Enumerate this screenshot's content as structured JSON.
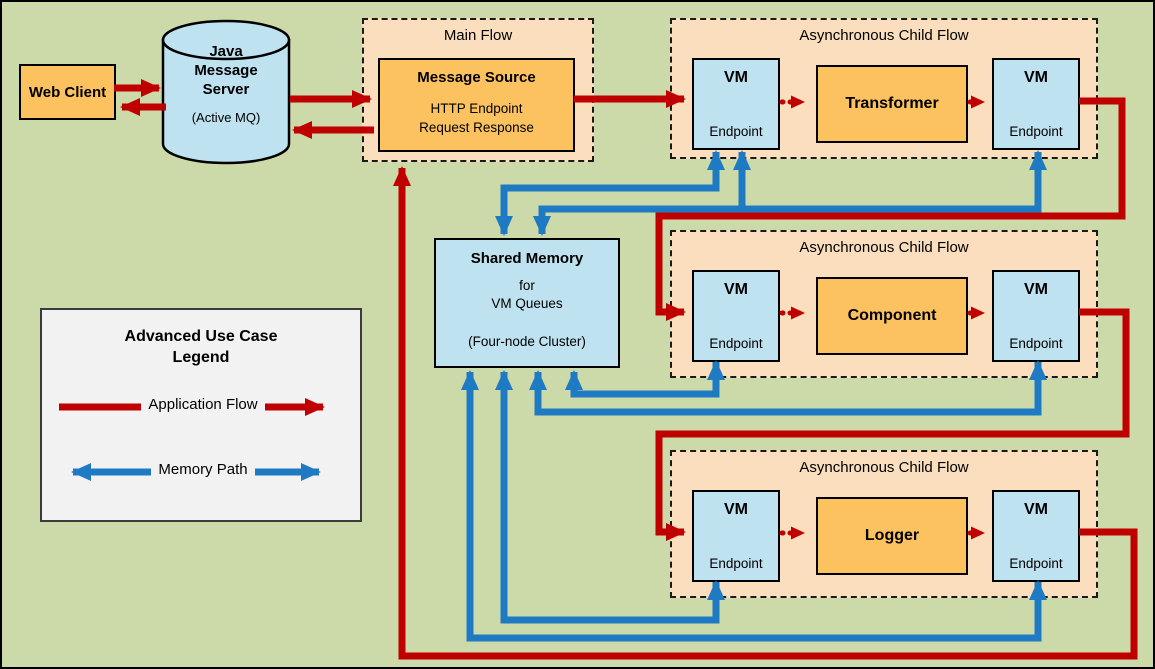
{
  "colors": {
    "background": "#CCD9A8",
    "border": "#000000",
    "app_flow": "#C00000",
    "memory_path": "#1F7AC4",
    "orange_box": "#FCC25F",
    "peach_container": "#FADEBD",
    "blue_box": "#BEE2F0",
    "legend_bg": "#F2F2F2"
  },
  "web_client": {
    "label": "Web Client"
  },
  "message_server": {
    "title": "Java Message Server",
    "subtitle": "(Active MQ)"
  },
  "main_flow": {
    "title": "Main Flow",
    "message_source": {
      "title": "Message Source",
      "line1": "HTTP Endpoint",
      "line2": "Request Response"
    }
  },
  "shared_memory": {
    "title": "Shared Memory",
    "line1": "for",
    "line2": "VM Queues",
    "line3": "(Four-node Cluster)"
  },
  "flows": [
    {
      "title": "Asynchronous Child Flow",
      "vm_in": {
        "title": "VM",
        "label": "Endpoint"
      },
      "processor": "Transformer",
      "vm_out": {
        "title": "VM",
        "label": "Endpoint"
      }
    },
    {
      "title": "Asynchronous Child Flow",
      "vm_in": {
        "title": "VM",
        "label": "Endpoint"
      },
      "processor": "Component",
      "vm_out": {
        "title": "VM",
        "label": "Endpoint"
      }
    },
    {
      "title": "Asynchronous Child Flow",
      "vm_in": {
        "title": "VM",
        "label": "Endpoint"
      },
      "processor": "Logger",
      "vm_out": {
        "title": "VM",
        "label": "Endpoint"
      }
    }
  ],
  "legend": {
    "title": "Advanced Use Case Legend",
    "items": [
      {
        "label": "Application Flow"
      },
      {
        "label": "Memory Path"
      }
    ]
  }
}
